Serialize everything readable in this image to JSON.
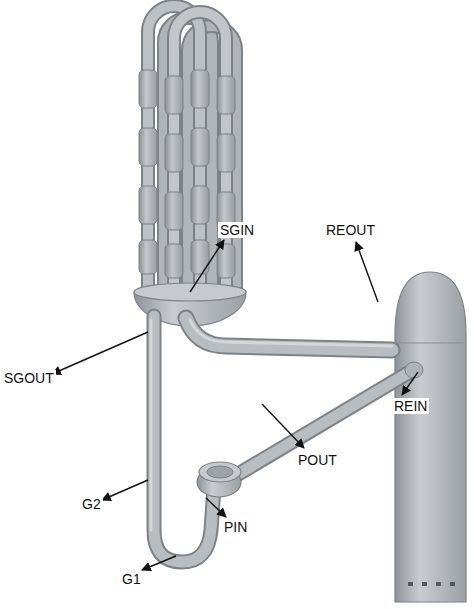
{
  "diagram": {
    "labels": [
      "SGIN",
      "REOUT",
      "SGOUT",
      "REIN",
      "POUT",
      "G2",
      "G1",
      "PIN"
    ]
  }
}
